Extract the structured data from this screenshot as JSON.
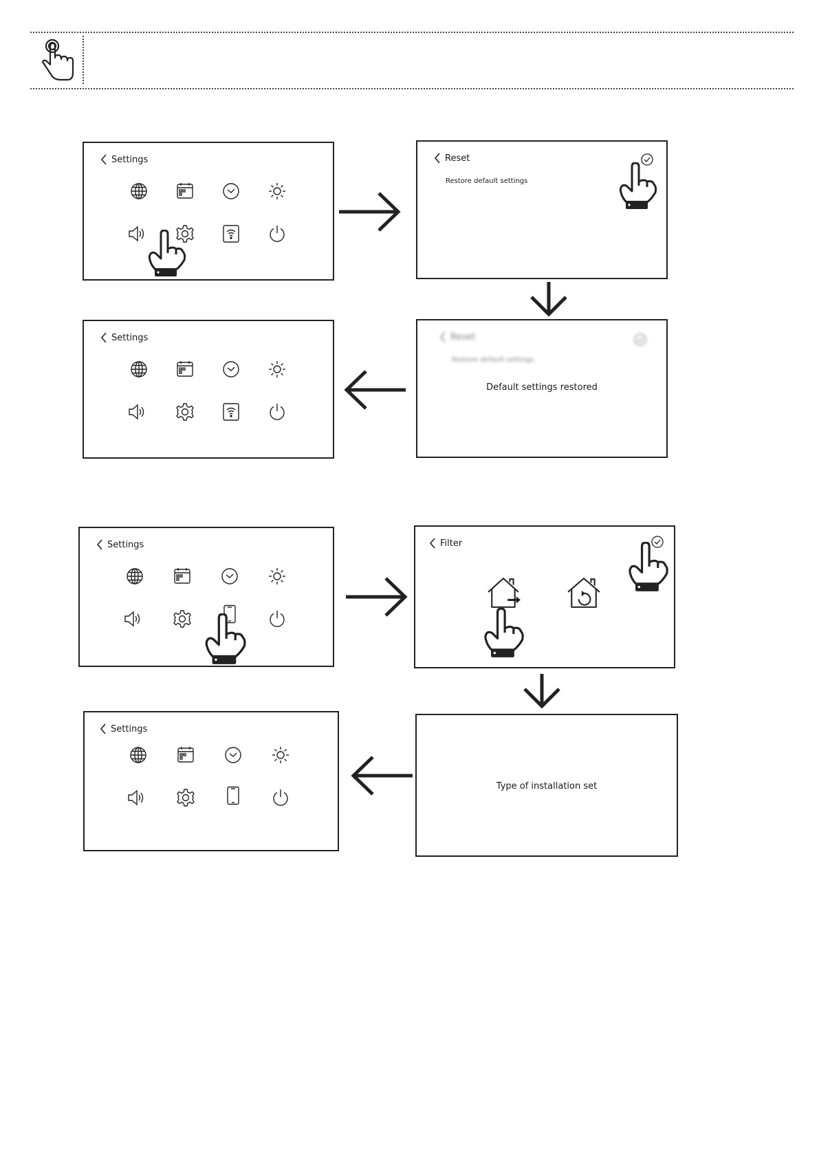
{
  "icons": {
    "header": "touch-hand-icon",
    "grid": [
      "globe-icon",
      "calendar-icon",
      "clock-icon",
      "brightness-icon",
      "speaker-icon",
      "gear-icon",
      "wifi-icon",
      "power-icon"
    ],
    "grid_alt": [
      "globe-icon",
      "calendar-icon",
      "clock-icon",
      "brightness-icon",
      "speaker-icon",
      "gear-icon",
      "tablet-icon",
      "power-icon"
    ]
  },
  "reset_flow": {
    "step1": {
      "title": "Settings"
    },
    "step2": {
      "title": "Reset",
      "option": "Restore default settings"
    },
    "step3": {
      "message": "Default settings restored"
    },
    "step4": {
      "title": "Settings"
    }
  },
  "filter_flow": {
    "step1": {
      "title": "Settings"
    },
    "step2": {
      "title": "Filter"
    },
    "step3": {
      "message": "Type of installation set"
    },
    "step4": {
      "title": "Settings"
    }
  },
  "colors": {
    "ink": "#1a1a1a",
    "hand_cuff": "#222222"
  }
}
